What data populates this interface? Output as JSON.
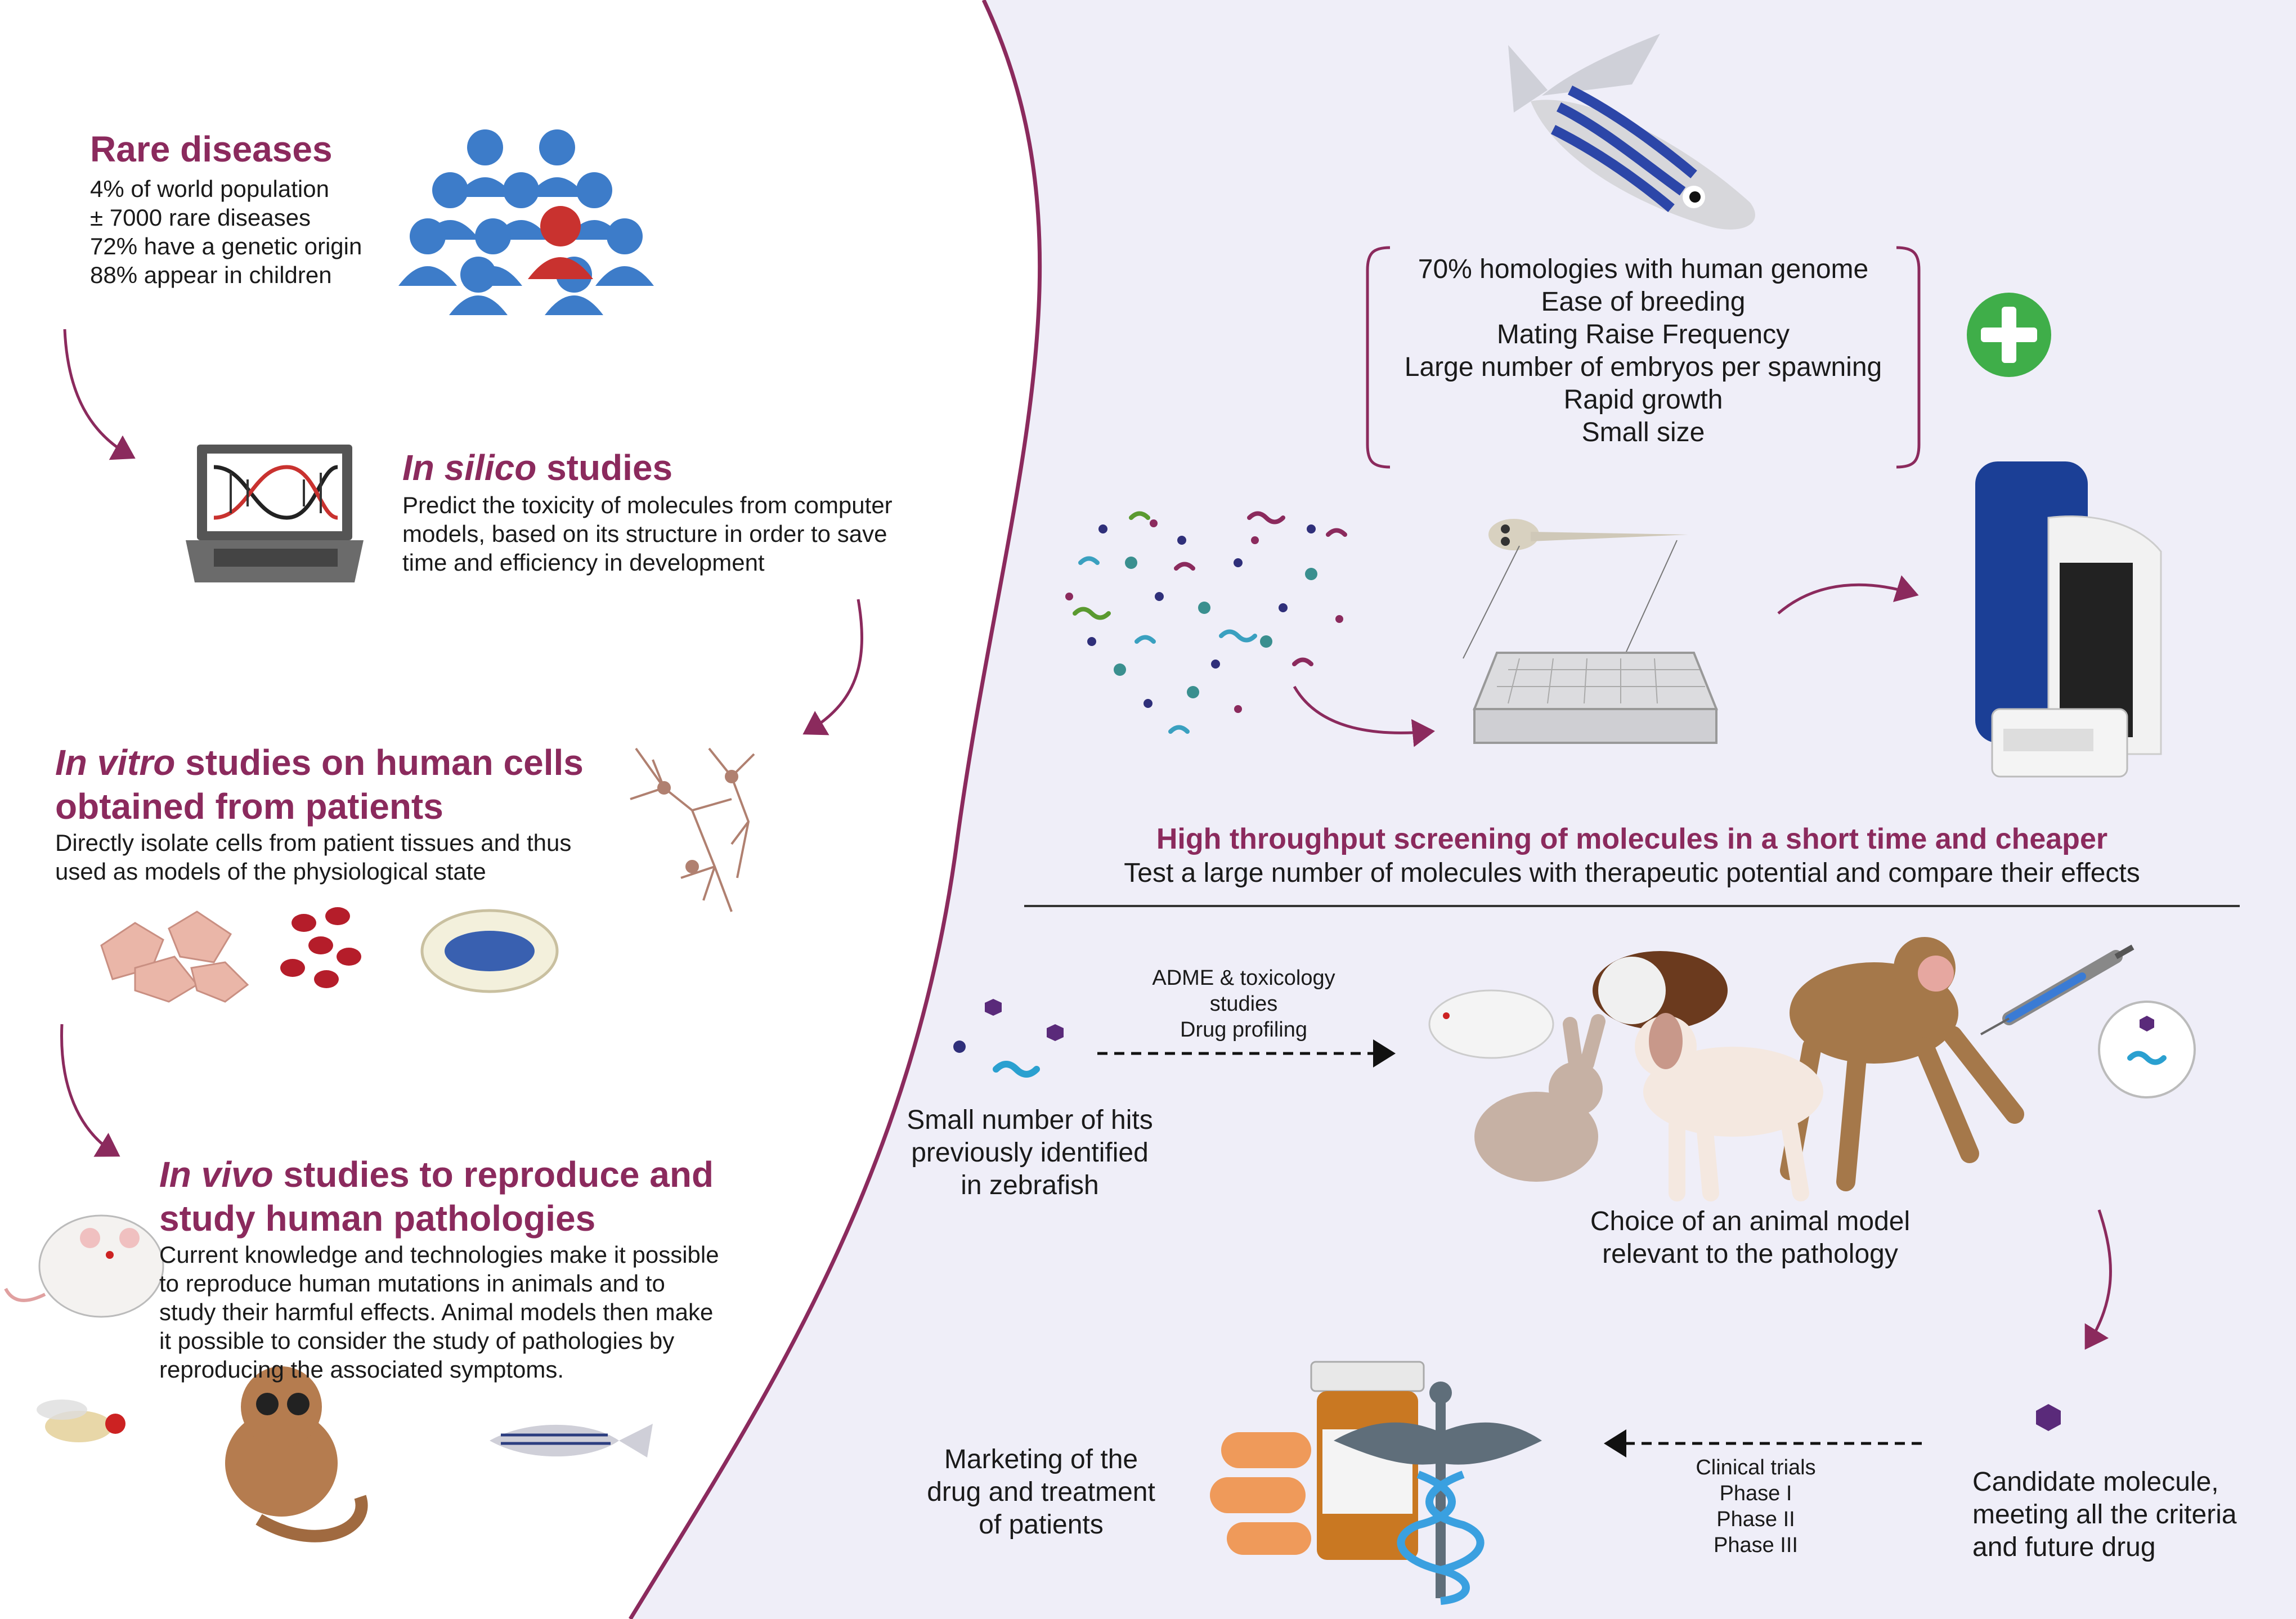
{
  "rare": {
    "title": "Rare diseases",
    "lines": [
      "4% of world population",
      "± 7000 rare diseases",
      "72% have a genetic origin",
      "88% appear in children"
    ]
  },
  "insilico": {
    "title_em": "In silico",
    "title_rest": " studies",
    "lines": [
      "Predict the toxicity of molecules from computer",
      "models, based on its structure in order to save",
      "time and efficiency in development"
    ]
  },
  "invitro": {
    "title_em": "In vitro",
    "title_rest": " studies on human cells",
    "title_line2": "obtained from patients",
    "lines": [
      "Directly isolate cells from patient tissues and thus",
      "used as models of the physiological state"
    ]
  },
  "invivo": {
    "title_em": "In vivo",
    "title_rest": " studies to reproduce and",
    "title_line2": "study human pathologies",
    "lines": [
      "Current knowledge and technologies make it possible",
      "to reproduce human mutations in animals and to",
      "study their harmful effects. Animal models then make",
      "it possible to consider the study of pathologies by",
      "reproducing the associated symptoms."
    ]
  },
  "zebrafish": {
    "advantages": [
      "70% homologies with human genome",
      "Ease of breeding",
      "Mating Raise Frequency",
      "Large number of embryos per spawning",
      "Rapid growth",
      "Small size"
    ]
  },
  "hts": {
    "title": "High throughput screening of molecules in a short time and cheaper",
    "subtitle": "Test a large number of molecules with therapeutic potential and compare their effects"
  },
  "preclinical": {
    "hits_label": [
      "Small number of hits",
      "previously identified",
      "in zebrafish"
    ],
    "arrow_label": [
      "ADME & toxicology",
      "studies",
      "Drug profiling"
    ],
    "animal_label": [
      "Choice of an animal model",
      "relevant to the pathology"
    ]
  },
  "clinical": {
    "candidate_label": [
      "Candidate molecule,",
      "meeting all the criteria",
      "and future drug"
    ],
    "arrow_label": [
      "Clinical trials",
      "Phase I",
      "Phase II",
      "Phase III"
    ],
    "marketing_label": [
      "Marketing of the",
      "drug and treatment",
      "of patients"
    ]
  },
  "colors": {
    "accent": "#8b2a5d",
    "panel": "#efeef8",
    "crowd_blue": "#3d7cc9",
    "crowd_red": "#c9322f",
    "plus_green": "#3fae49"
  }
}
